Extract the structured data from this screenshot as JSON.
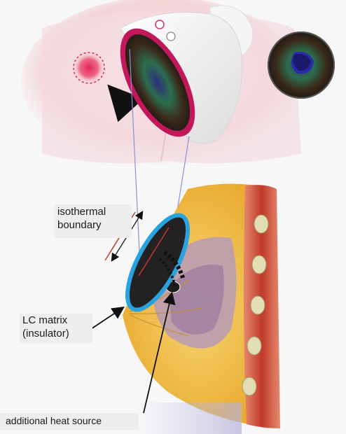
{
  "labels": {
    "isothermal_line1": "isothermal",
    "isothermal_line2": "boundary",
    "lc_line1": "LC matrix",
    "lc_line2": "(insulator)",
    "heat_source": "additional heat source"
  },
  "device_buttons": [
    "power-icon",
    "settings-icon"
  ],
  "colors": {
    "skin": "#f3d9db",
    "device_rim": "#c2185b",
    "device_body": "#f2f2f2",
    "insulator_ring": "#29a3e0",
    "fat_tissue": "#f2c94c",
    "muscle": "#c0392b",
    "arrow": "#111111"
  }
}
